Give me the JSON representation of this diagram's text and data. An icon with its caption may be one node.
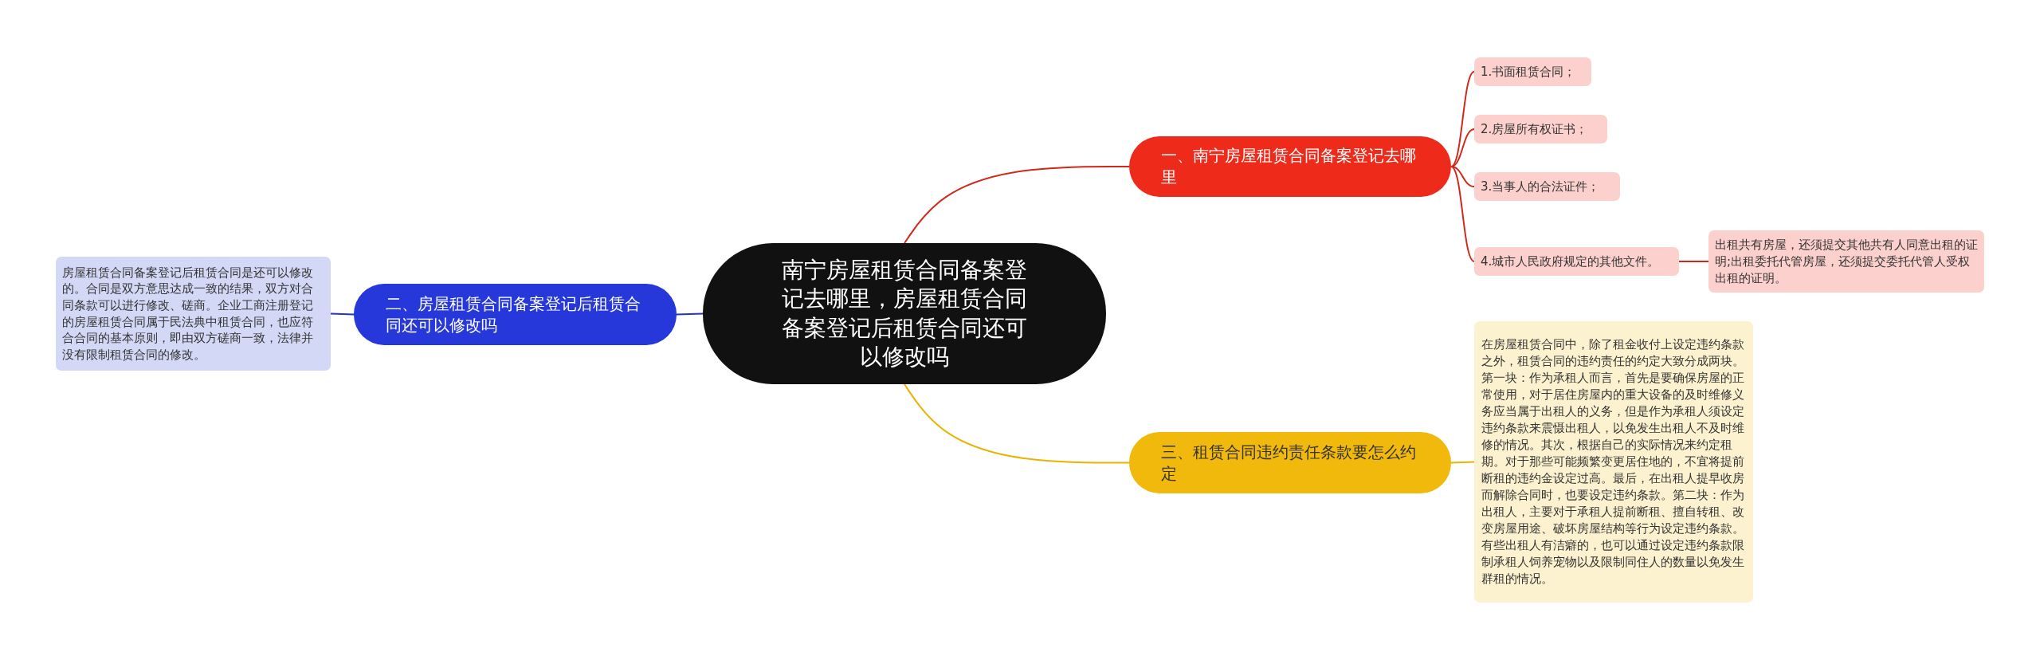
{
  "diagram": {
    "nodes": [
      {
        "text": [
          "南宁房屋租赁合同备案登记去哪里，房屋租赁合同备案登记后租赁合同还可以修改吗"
        ]
      },
      {
        "text": [
          "一、南宁房屋租赁合同备案登记去哪里"
        ]
      },
      {
        "text": [
          "1.书面租赁合同；"
        ]
      },
      {
        "text": [
          "2.房屋所有权证书；"
        ]
      },
      {
        "text": [
          "3.当事人的合法证件；"
        ]
      },
      {
        "text": [
          "4.城市人民政府规定的其他文件。"
        ]
      },
      {
        "text": [
          "出租共有房屋，还须提交其他共有人同意出租的证明;出租委托代管房屋，还须提交委托代管人受权出租的证明。"
        ]
      },
      {
        "text": [
          "二、房屋租赁合同备案登记后租赁合同还可以修改吗"
        ]
      },
      {
        "text": [
          "房屋租赁合同备案登记后租赁合同是还可以修改的。合同是双方意思达成一致的结果，双方对合同条款可以进行修改、磋商。企业工商注册登记的房屋租赁合同属于民法典中租赁合同，也应符合合同的基本原则，即由双方磋商一致，法律并没有限制租赁合同的修改。"
        ]
      },
      {
        "text": [
          "三、租赁合同违约责任条款要怎么约定"
        ]
      },
      {
        "text": [
          "在房屋租赁合同中，除了租金收付上设定违约条款之外，租赁合同的违约责任的约定大致分成两块。第一块：作为承租人而言，首先是要确保房屋的正常使用，对于居住房屋内的重大设备的及时维修义务应当属于出租人的义务，但是作为承租人须设定违约条款来震慑出租人，以免发生出租人不及时维修的情况。其次，根据自己的实际情况来约定租期。对于那些可能频繁变更居住地的，不宜将提前断租的违约金设定过高。最后，在出租人提早收房而解除合同时，也要设定违约条款。第二块：作为出租人，主要对于承租人提前断租、擅自转租、改变房屋用途、破坏房屋结构等行为设定违约条款。有些出租人有洁癖的，也可以通过设定违约条款限制承租人饲养宠物以及限制同住人的数量以免发生群租的情况。"
        ]
      }
    ],
    "edges": [
      {
        "from": 0,
        "to": 1,
        "arrow": "none"
      },
      {
        "from": 1,
        "to": 2,
        "arrow": "none"
      },
      {
        "from": 1,
        "to": 3,
        "arrow": "none"
      },
      {
        "from": 1,
        "to": 4,
        "arrow": "none"
      },
      {
        "from": 1,
        "to": 5,
        "arrow": "none"
      },
      {
        "from": 5,
        "to": 6,
        "arrow": "none"
      },
      {
        "from": 0,
        "to": 7,
        "arrow": "none",
        "color": "#2233cc"
      },
      {
        "from": 7,
        "to": 8,
        "arrow": "none",
        "color": "#2233cc"
      },
      {
        "from": 0,
        "to": 9,
        "arrow": "none",
        "color": "#e8b400"
      },
      {
        "from": 9,
        "to": 10,
        "arrow": "none",
        "color": "#e8b400"
      }
    ]
  }
}
